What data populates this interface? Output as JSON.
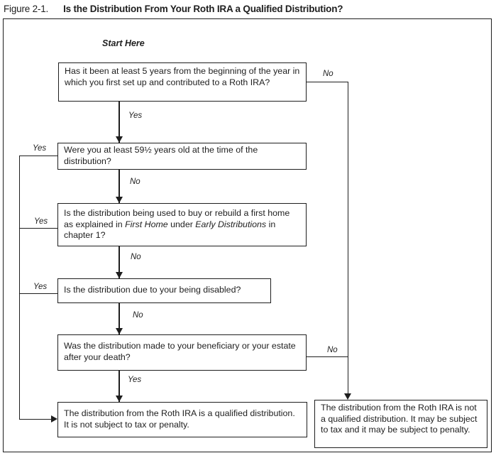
{
  "colors": {
    "ink": "#1e1e1e",
    "background": "#ffffff"
  },
  "title": {
    "figure_label": "Figure 2-1.",
    "text": "Is the Distribution From Your Roth IRA a Qualified Distribution?"
  },
  "flowchart": {
    "start_label": "Start Here",
    "nodes": {
      "q1": "Has it been at least 5 years from the beginning of the year in which you first set up and contributed to a Roth IRA?",
      "q2": "Were you at least 59½ years old at the time of the distribution?",
      "q3_parts": [
        "Is the distribution being used to buy or rebuild a first home as explained in ",
        "First Home",
        " under ",
        "Early Distributions",
        " in chapter 1?"
      ],
      "q4": "Is the distribution due to your being disabled?",
      "q5": "Was the distribution made to your beneficiary or your estate after your death?",
      "qualified": "The distribution from the Roth IRA is a qualified distribution. It is not subject to tax or penalty.",
      "not_qualified": "The distribution from the Roth IRA is not a qualified distribution. It may be subject to tax and it may be subject to penalty."
    },
    "edge_labels": {
      "q1_yes": "Yes",
      "q1_no": "No",
      "q2_yes": "Yes",
      "q2_no": "No",
      "q3_yes": "Yes",
      "q3_no": "No",
      "q4_yes": "Yes",
      "q4_no": "No",
      "q5_yes": "Yes",
      "q5_no": "No"
    }
  }
}
